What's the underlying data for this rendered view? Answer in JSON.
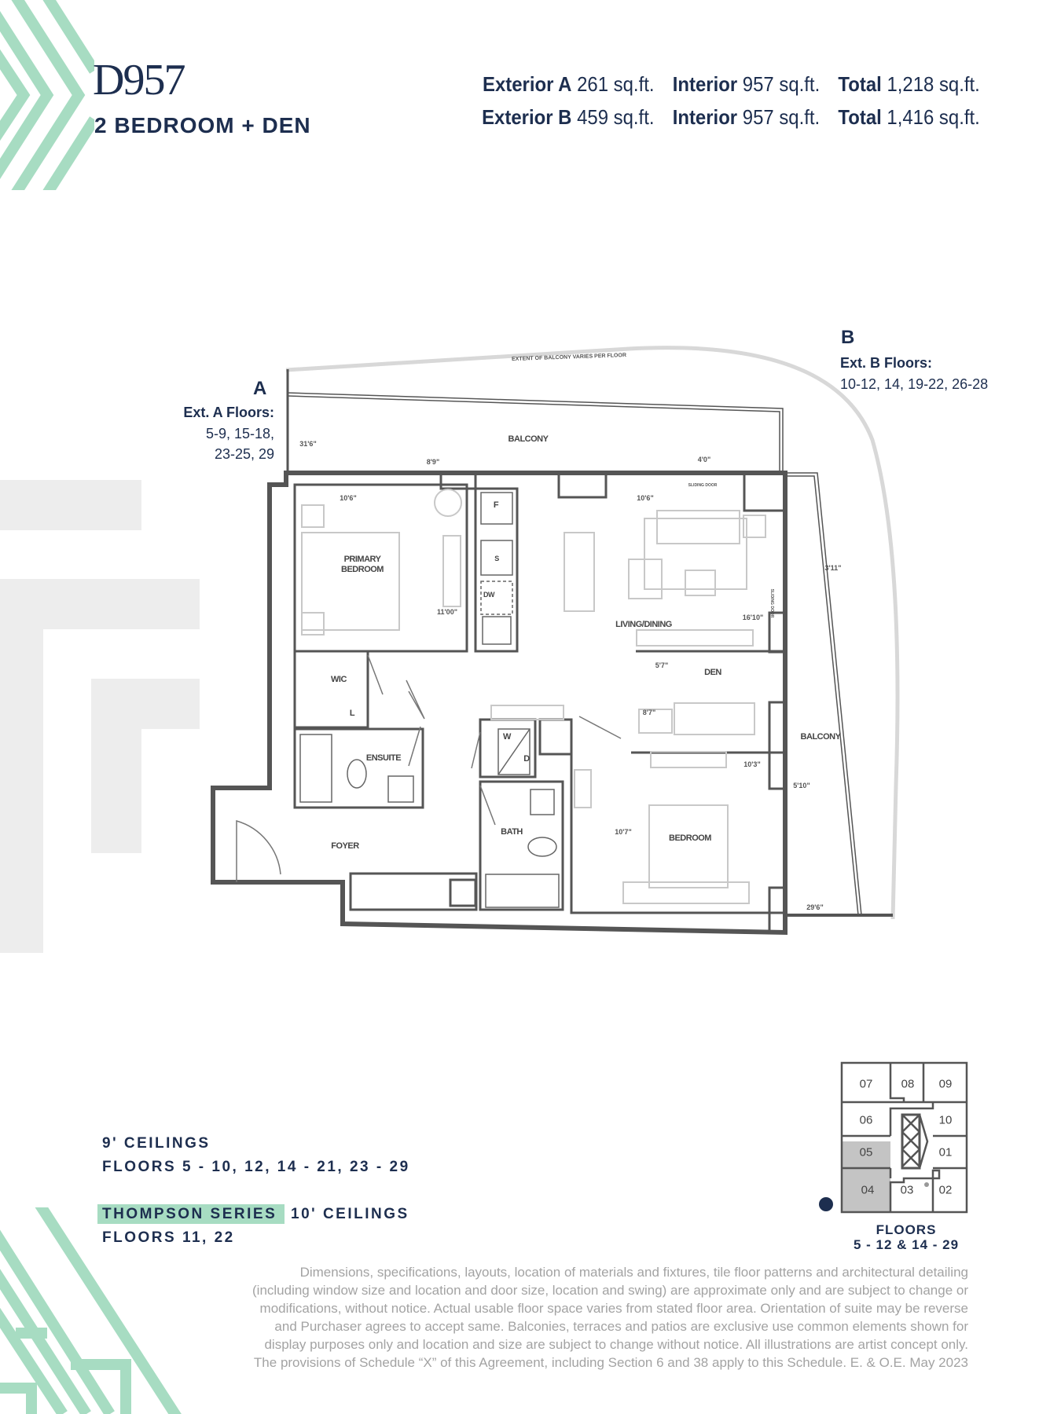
{
  "header": {
    "unit_code": "D957",
    "unit_type": "2 BEDROOM + DEN",
    "areas": [
      {
        "exterior_label": "Exterior A",
        "exterior_value": "261 sq.ft.",
        "interior_label": "Interior",
        "interior_value": "957 sq.ft.",
        "total_label": "Total",
        "total_value": "1,218 sq.ft."
      },
      {
        "exterior_label": "Exterior B",
        "exterior_value": "459 sq.ft.",
        "interior_label": "Interior",
        "interior_value": "957 sq.ft.",
        "total_label": "Total",
        "total_value": "1,416 sq.ft."
      }
    ]
  },
  "exteriors": {
    "a": {
      "letter": "A",
      "label": "Ext. A Floors:",
      "line1": "5-9, 15-18,",
      "line2": "23-25, 29"
    },
    "b": {
      "letter": "B",
      "label": "Ext. B Floors:",
      "line1": "10-12, 14, 19-22, 26-28"
    }
  },
  "plan": {
    "rooms": {
      "primary_bedroom_1": "PRIMARY",
      "primary_bedroom_2": "BEDROOM",
      "living_dining": "LIVING/DINING",
      "den": "DEN",
      "wic": "WIC",
      "linen": "L",
      "ensuite": "ENSUITE",
      "washer": "W",
      "dryer": "D",
      "bath": "BATH",
      "bedroom": "BEDROOM",
      "foyer": "FOYER",
      "balcony_top": "BALCONY",
      "balcony_right": "BALCONY",
      "fridge": "F",
      "stove": "S",
      "dishwasher": "DW"
    },
    "notes": {
      "balcony_extent": "EXTENT OF BALCONY VARIES PER FLOOR",
      "sliding_door": "SLIDING DOOR"
    },
    "dimensions": {
      "balcony_a_length": "31'6\"",
      "balcony_a_depth_left": "8'9\"",
      "balcony_a_depth_right": "4'0\"",
      "primary_width": "10'6\"",
      "living_width": "10'6\"",
      "primary_length": "11'00\"",
      "living_length": "16'10\"",
      "den_width": "5'7\"",
      "den_length": "8'7\"",
      "bedroom_width": "10'3\"",
      "bedroom_length": "10'7\"",
      "balcony_b_depth_bottom": "5'10\"",
      "balcony_b_depth_top": "3'11\"",
      "balcony_b_length": "29'6\""
    }
  },
  "ceilings": {
    "standard_label": "9' CEILINGS",
    "standard_floors": "FLOORS 5 - 10, 12, 14 - 21, 23 - 29",
    "series_label": "THOMPSON SERIES",
    "series_ceiling": "10' CEILINGS",
    "series_floors": "FLOORS 11, 22"
  },
  "keyplan": {
    "units": [
      "07",
      "08",
      "09",
      "06",
      "10",
      "05",
      "01",
      "04",
      "03",
      "02"
    ],
    "highlighted": "04",
    "floors_label": "FLOORS",
    "floors_value": "5 - 12 & 14 - 29"
  },
  "disclaimer": [
    "Dimensions, specifications, layouts, location of materials and fixtures, tile floor patterns and architectural detailing",
    "(including window size and location and door size, location and swing) are approximate only and are subject to change or",
    "modifications, without notice. Actual usable floor space varies from stated floor area. Orientation of suite may be reverse",
    "and Purchaser agrees to accept same. Balconies, terraces and patios are exclusive use common elements shown for",
    "display purposes only and location and size are subject to change without notice. All illustrations are artist concept only.",
    "The provisions of Schedule “X” of this Agreement, including Section 6 and 38 apply to this Schedule. E. & O.E. May 2023"
  ],
  "colors": {
    "navy": "#1d2e4f",
    "mint": "#a7dcc2",
    "gray_block": "#ededed",
    "key_highlight": "#c4c4c4"
  }
}
